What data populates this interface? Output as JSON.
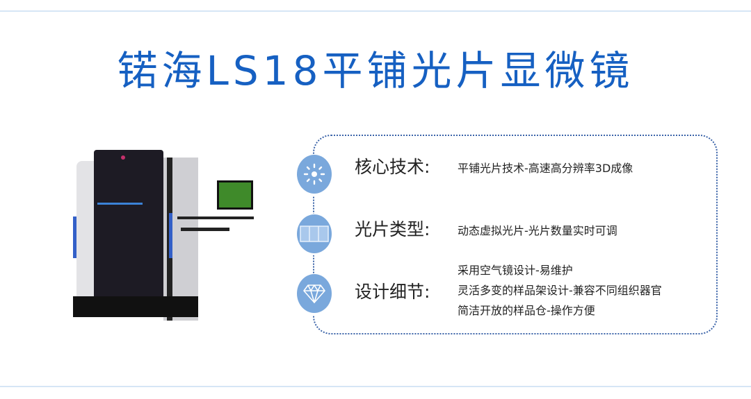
{
  "title": "锘海LS18平铺光片显微镜",
  "features": [
    {
      "icon": "sun-icon",
      "label": "核心技术:",
      "lines": [
        "平铺光片技术-高速高分辨率3D成像"
      ]
    },
    {
      "icon": "light-sheet-panels-icon",
      "label": "光片类型:",
      "lines": [
        "动态虚拟光片-光片数量实时可调"
      ]
    },
    {
      "icon": "diamond-icon",
      "label": "设计细节:",
      "lines": [
        "采用空气镜设计-易维护",
        "灵活多变的样品架设计-兼容不同组织器官",
        "简洁开放的样品仓-操作方便"
      ]
    }
  ],
  "colors": {
    "title": "#1660c2",
    "icon_circle": "#7aa8dc",
    "border": "#3a63a8"
  }
}
